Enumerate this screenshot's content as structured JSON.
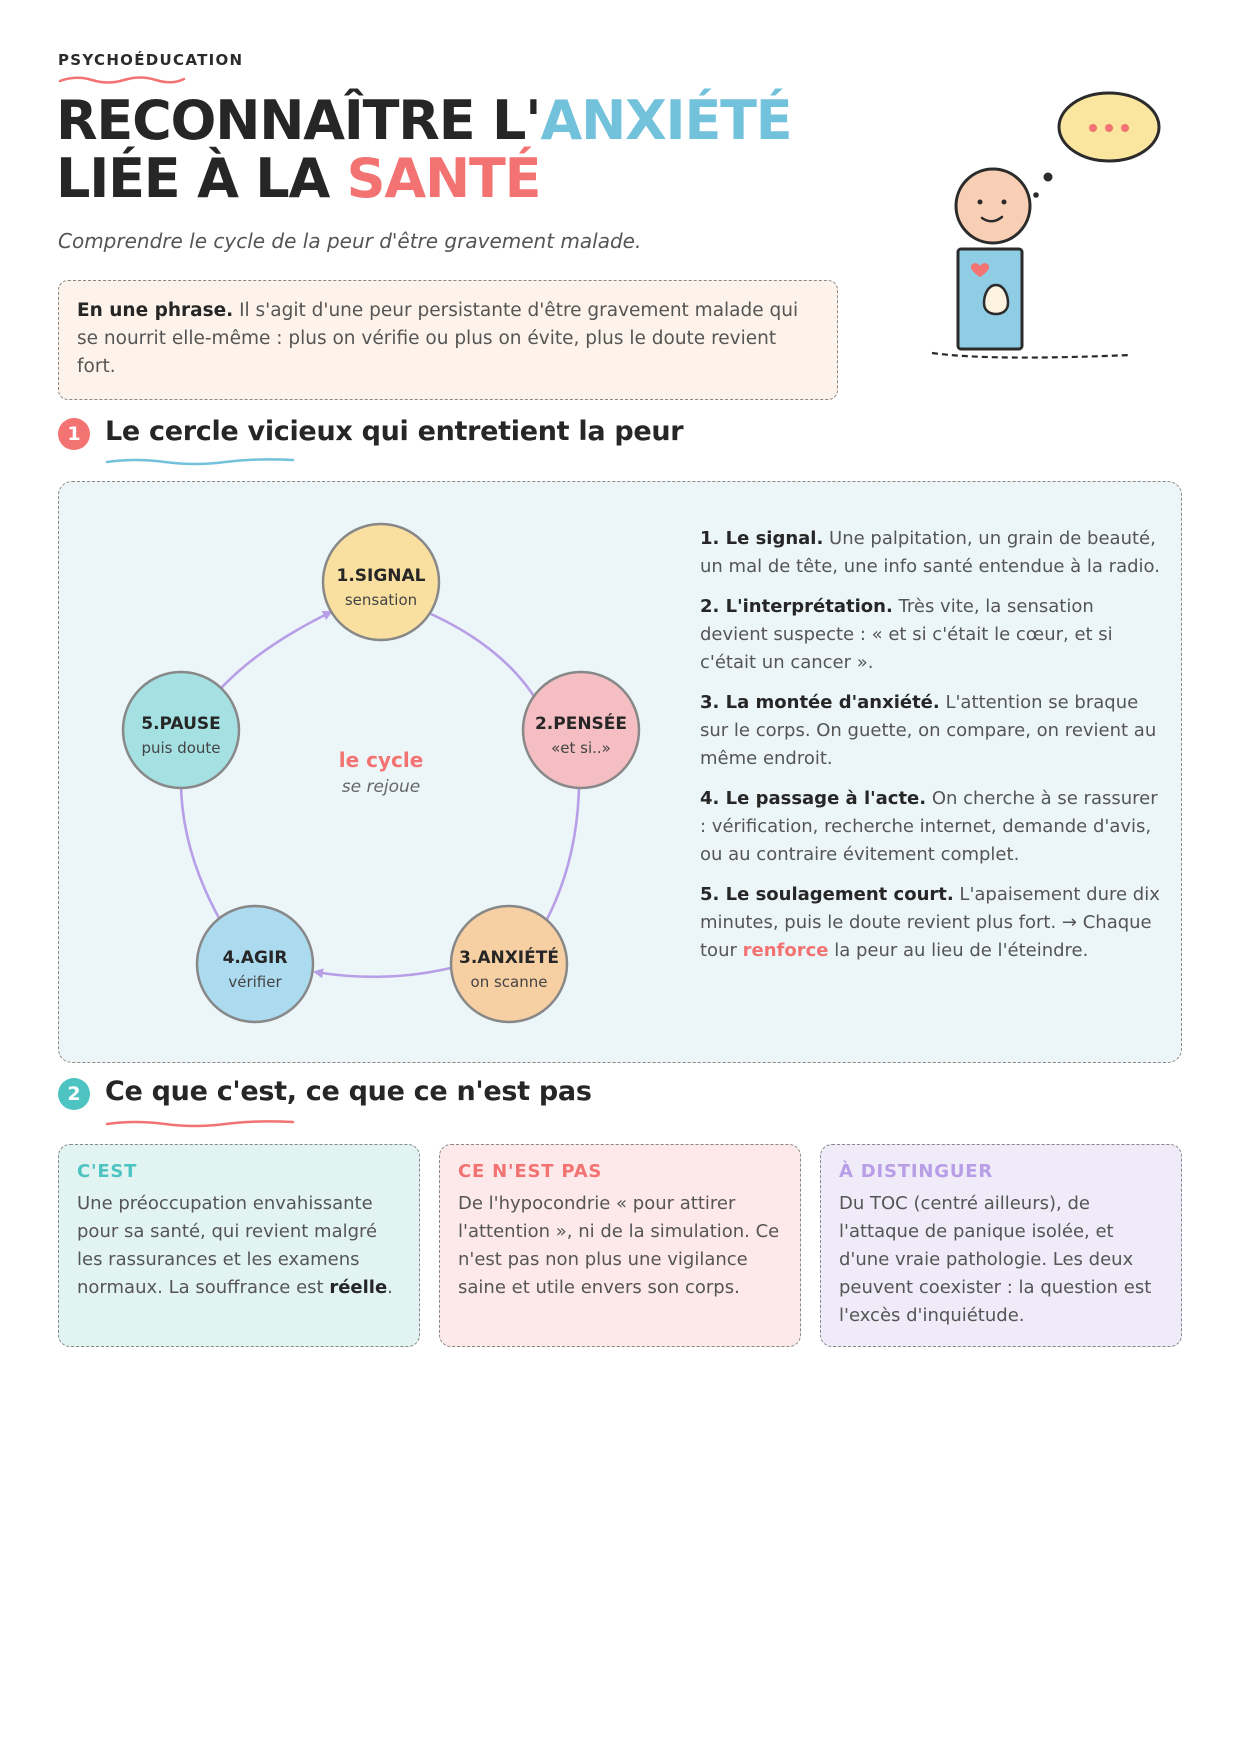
{
  "header": {
    "eyebrow": "PSYCHOÉDUCATION",
    "title_line1_a": "RECONNAÎTRE L'",
    "title_line1_b": "ANXIÉTÉ",
    "title_line2_a": "LIÉE À LA ",
    "title_line2_b": "SANTÉ",
    "subtitle": "Comprendre le cycle de la peur d'être gravement malade."
  },
  "summary": {
    "lead": "En une phrase.",
    "text": " Il s'agit d'une peur persistante d'être gravement malade qui se nourrit elle-même : plus on vérifie ou plus on évite, plus le doute revient fort."
  },
  "section1": {
    "number": "1",
    "title": "Le cercle vicieux qui entretient la peur"
  },
  "cycle": {
    "center_label": "le cycle",
    "center_sub": "se rejoue",
    "nodes": [
      {
        "label": "1.SIGNAL",
        "sub": "sensation",
        "color": "#f9e0a0"
      },
      {
        "label": "2.PENSÉE",
        "sub": "«et si..»",
        "color": "#f4bec3"
      },
      {
        "label": "3.ANXIÉTÉ",
        "sub": "on scanne",
        "color": "#f6cfa3"
      },
      {
        "label": "4.AGIR",
        "sub": "vérifier",
        "color": "#acdbef"
      },
      {
        "label": "5.PAUSE",
        "sub": "puis doute",
        "color": "#a5e0e2"
      }
    ],
    "arrow_color": "#b89ee6"
  },
  "steps": [
    {
      "lead": "1. Le signal.",
      "text": " Une palpitation, un grain de beauté, un mal de tête, une info santé entendue à la radio."
    },
    {
      "lead": "2. L'interprétation.",
      "text": " Très vite, la sensation devient suspecte : « et si c'était le cœur, et si c'était un cancer »."
    },
    {
      "lead": "3. La montée d'anxiété.",
      "text": " L'attention se braque sur le corps. On guette, on compare, on revient au même endroit."
    },
    {
      "lead": "4. Le passage à l'acte.",
      "text": " On cherche à se rassurer : vérification, recherche internet, demande d'avis, ou au contraire évitement complet."
    },
    {
      "lead": "5. Le soulagement court.",
      "text_a": " L'apaisement dure dix minutes, puis le doute revient plus fort. → Chaque tour ",
      "emph": "renforce",
      "text_b": " la peur au lieu de l'éteindre."
    }
  ],
  "section2": {
    "number": "2",
    "title": "Ce que c'est, ce que ce n'est pas"
  },
  "cards": [
    {
      "title": "C'EST",
      "text_a": "Une préoccupation envahissante pour sa santé, qui revient malgré les rassurances et les examens normaux. La souffrance est ",
      "bold": "réelle",
      "text_b": "."
    },
    {
      "title": "CE N'EST PAS",
      "text": "De l'hypocondrie « pour attirer l'attention », ni de la simulation. Ce n'est pas non plus une vigilance saine et utile envers son corps."
    },
    {
      "title": "À DISTINGUER",
      "text": "Du TOC (centré ailleurs), de l'attaque de panique isolée, et d'une vraie pathologie. Les deux peuvent coexister : la question est l'excès d'inquiétude."
    }
  ],
  "colors": {
    "blue": "#72c2dc",
    "red": "#f27372",
    "teal": "#4ec4c2",
    "purple": "#b89ee6",
    "card_teal_bg": "#e2f4f2",
    "card_pink_bg": "#fde9ea",
    "card_purple_bg": "#efebf8"
  },
  "icons": [
    "person-illustration",
    "thought-bubble-icon",
    "heart-icon"
  ]
}
